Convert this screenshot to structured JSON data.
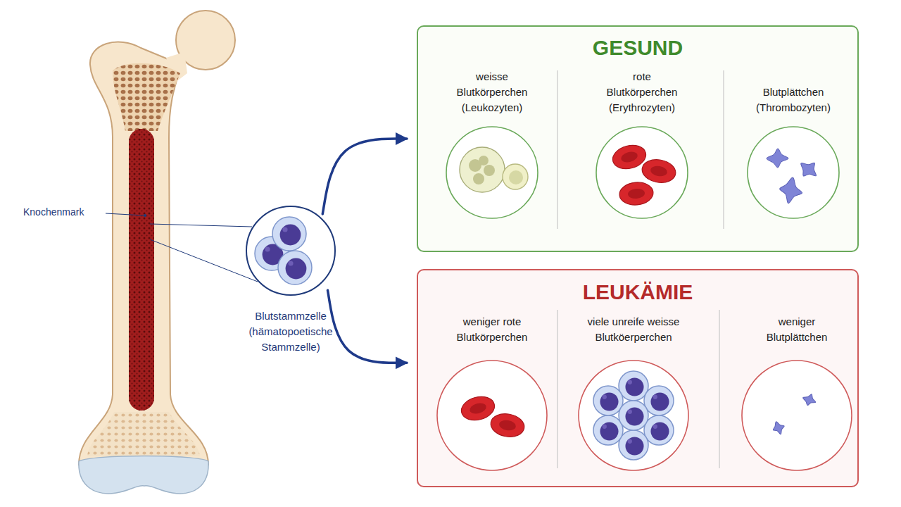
{
  "diagram": {
    "nodes": [
      {
        "text": [
          "Blutstammzelle (hämatopoetische Stammzelle)"
        ]
      },
      {
        "text": [
          "GESUND"
        ]
      },
      {
        "text": [
          "weisse Blutkörperchen (Leukozyten)"
        ],
        "in": 1
      },
      {
        "text": [
          "rote Blutkörperchen (Erythrozyten)"
        ],
        "in": 1
      },
      {
        "text": [
          "Blutplättchen (Thrombozyten)"
        ],
        "in": 1
      },
      {
        "text": [
          "LEUKÄMIE"
        ]
      },
      {
        "text": [
          "weniger rote Blutkörperchen"
        ],
        "in": 5
      },
      {
        "text": [
          "viele unreife weisse Blutköerperchen"
        ],
        "in": 5
      },
      {
        "text": [
          "weniger Blutplättchen"
        ],
        "in": 5
      }
    ],
    "edges": [
      {
        "from": 0,
        "to": 1,
        "arrow": "to"
      },
      {
        "from": 0,
        "to": 5,
        "arrow": "to"
      }
    ],
    "labels": [
      "Knochenmark"
    ]
  }
}
